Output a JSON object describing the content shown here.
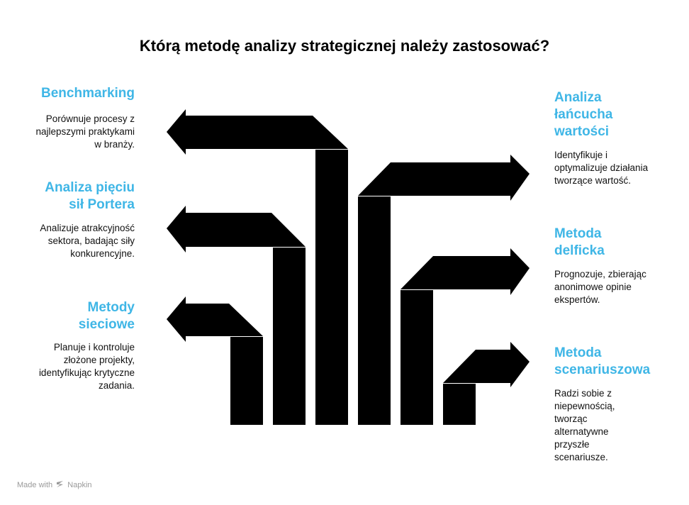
{
  "title": "Którą metodę analizy strategicznej należy zastosować?",
  "left": [
    {
      "heading": "Benchmarking",
      "desc": "Porównuje procesy z najlepszymi praktykami w branży."
    },
    {
      "heading": "Analiza pięciu sił Portera",
      "desc": "Analizuje atrakcyjność sektora, badając siły konkurencyjne."
    },
    {
      "heading": "Metody sieciowe",
      "desc": "Planuje i kontroluje złożone projekty, identyfikując krytyczne zadania."
    }
  ],
  "right": [
    {
      "heading": "Analiza łańcucha wartości",
      "desc": "Identyfikuje i optymalizuje działania tworzące wartość."
    },
    {
      "heading": "Metoda delficka",
      "desc": "Prognozuje, zbierając anonimowe opinie ekspertów."
    },
    {
      "heading": "Metoda scenariuszowa",
      "desc": "Radzi sobie z niepewnością, tworząc alternatywne przyszłe scenariusze."
    }
  ],
  "footer": {
    "made_with": "Made with",
    "brand": "Napkin"
  },
  "colors": {
    "accent": "#3fb6e6",
    "shape": "#000000"
  }
}
